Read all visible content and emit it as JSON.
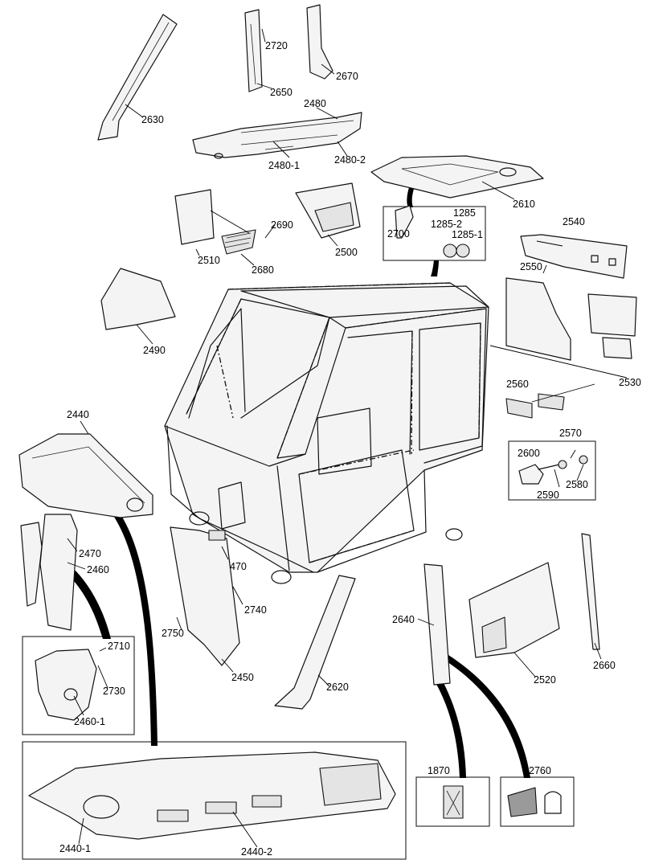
{
  "labels": {
    "p2630": "2630",
    "p2720": "2720",
    "p2650": "2650",
    "p2670": "2670",
    "p2480": "2480",
    "p2480_1": "2480-1",
    "p2480_2": "2480-2",
    "p2610": "2610",
    "p2510": "2510",
    "p2690": "2690",
    "p2680": "2680",
    "p2500": "2500",
    "p2700": "2700",
    "p1285": "1285",
    "p1285_2": "1285-2",
    "p1285_1": "1285-1",
    "p2540": "2540",
    "p2550": "2550",
    "p2530": "2530",
    "p2490": "2490",
    "p2560": "2560",
    "p2570": "2570",
    "p2600": "2600",
    "p2580": "2580",
    "p2590": "2590",
    "p2440": "2440",
    "p2470": "2470",
    "p2460": "2460",
    "p470": "470",
    "p2740": "2740",
    "p2750": "2750",
    "p2450": "2450",
    "p2620": "2620",
    "p2640": "2640",
    "p2520": "2520",
    "p2660": "2660",
    "p2710": "2710",
    "p2730": "2730",
    "p2460_1": "2460-1",
    "p1870": "1870",
    "p2760": "2760",
    "p2440_1": "2440-1",
    "p2440_2": "2440-2"
  }
}
